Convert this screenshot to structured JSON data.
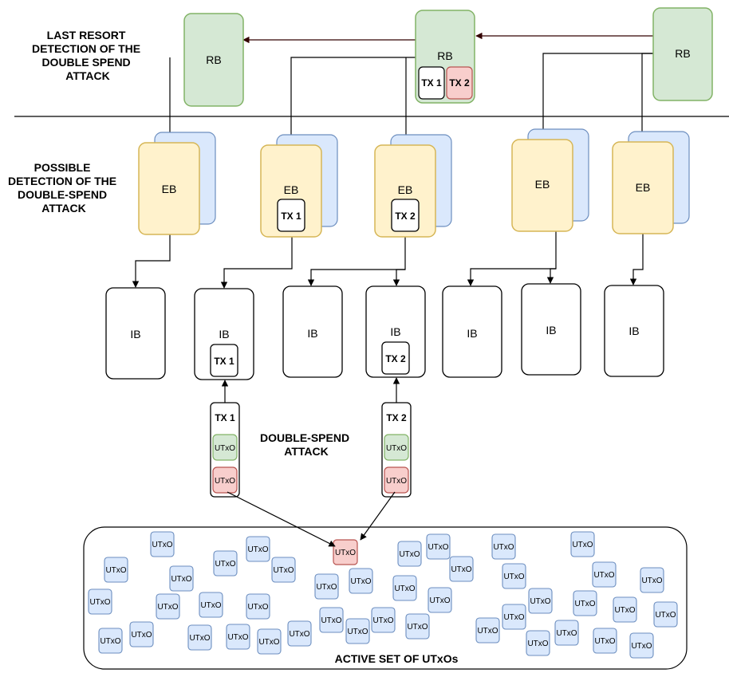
{
  "labels": {
    "last_resort": [
      "LAST RESORT",
      "DETECTION OF THE",
      "DOUBLE SPEND",
      "ATTACK"
    ],
    "possible": [
      "POSSIBLE",
      "DETECTION OF THE",
      "DOUBLE-SPEND",
      "ATTACK"
    ],
    "double_spend": [
      "DOUBLE-SPEND",
      "ATTACK"
    ],
    "active_set": "ACTIVE SET OF UTxOs"
  },
  "rb_label": "RB",
  "eb_label": "EB",
  "ib_label": "IB",
  "tx1_label": "TX 1",
  "tx2_label": "TX 2",
  "utxo_label": "UTxO",
  "colors": {
    "rb_fill": "#d5e8d4",
    "rb_stroke": "#82b366",
    "eb_fill": "#fff2cc",
    "eb_stroke": "#d6b656",
    "eb_shadow_fill": "#dae8fc",
    "eb_shadow_stroke": "#6c8ebf",
    "utxo_fill": "#dae8fc",
    "utxo_stroke": "#6c8ebf",
    "utxo_red_fill": "#f8cecc",
    "utxo_red_stroke": "#b85450",
    "utxo_green_fill": "#d5e8d4",
    "utxo_green_stroke": "#82b366",
    "rb_arrow": "#330000"
  }
}
